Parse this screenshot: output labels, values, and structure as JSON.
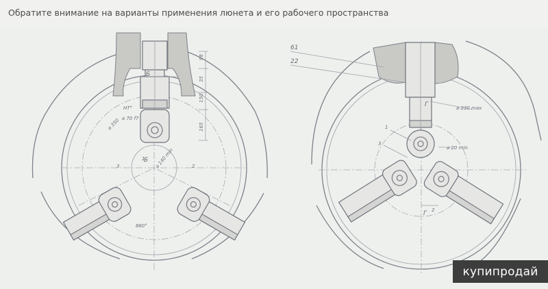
{
  "heading": "Обратите внимание на варианты применения люнета и его рабочего пространства",
  "watermark": "купипродай",
  "left_drawing": {
    "labels": {
      "b_top": "Б",
      "b_center": "Б",
      "one": "1",
      "two": "2",
      "three": "3",
      "ht": "НТ°",
      "d70": "⌀ 70 f7",
      "d350": "⌀ 350",
      "d140": "⌀ 140 min",
      "dim860": "860°",
      "dim98": "98",
      "dim35": "35",
      "dim150": "150",
      "dim165": "165"
    }
  },
  "right_drawing": {
    "labels": {
      "ref61": "61",
      "ref22": "22",
      "g_top": "Г",
      "g_bottom": "Г",
      "g_index": "2",
      "one": "1",
      "three": "3",
      "d230": "⌀ 230 max",
      "d20": "⌀ 20 min"
    }
  }
}
